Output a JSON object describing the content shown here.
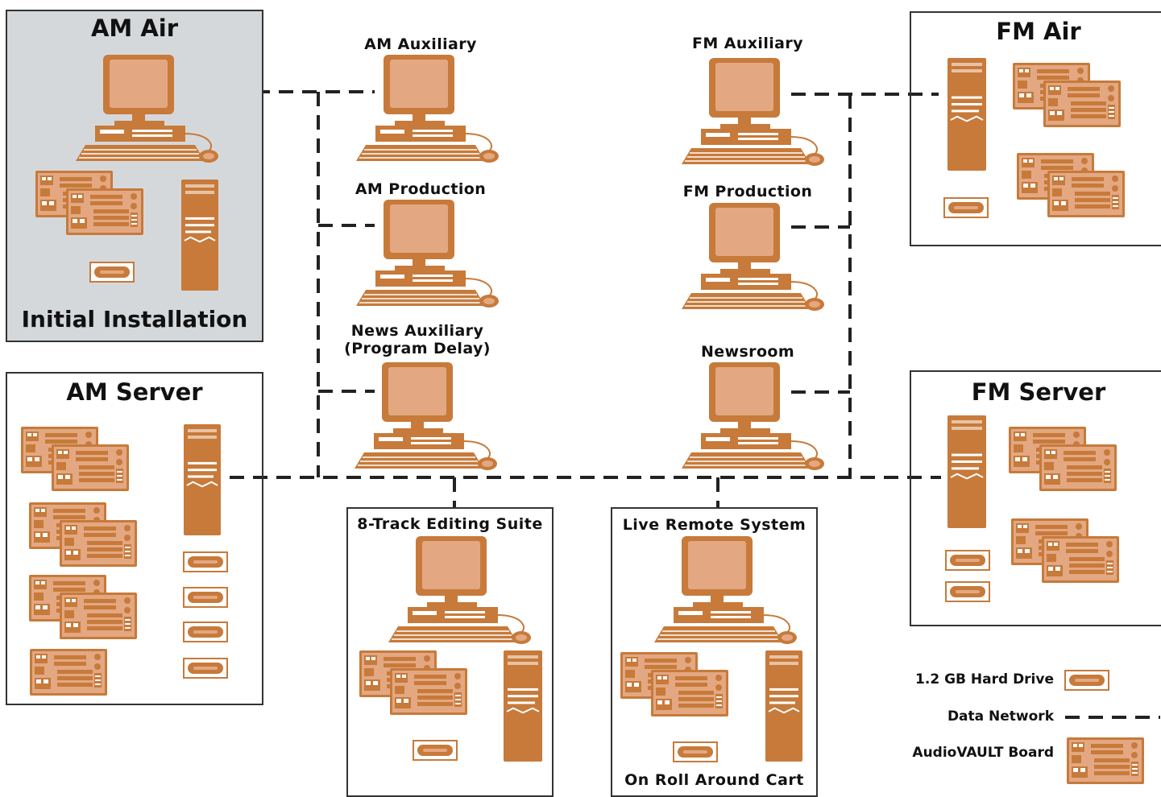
{
  "zones": {
    "am_air": {
      "title": "AM Air",
      "footer": "Initial Installation"
    },
    "fm_air": {
      "title": "FM Air"
    },
    "am_server": {
      "title": "AM Server"
    },
    "fm_server": {
      "title": "FM Server"
    },
    "editing": {
      "title": "8-Track Editing Suite"
    },
    "remote": {
      "title": "Live Remote System",
      "footer": "On Roll Around Cart"
    }
  },
  "workstations": {
    "am_aux": "AM Auxiliary",
    "am_prod": "AM Production",
    "news_aux_l1": "News Auxiliary",
    "news_aux_l2": "(Program Delay)",
    "fm_aux": "FM Auxiliary",
    "fm_prod": "FM Production",
    "newsroom": "Newsroom"
  },
  "legend": {
    "hard_drive": "1.2 GB Hard Drive",
    "network": "Data Network",
    "board": "AudioVAULT Board"
  },
  "colors": {
    "equipment": "#c77a3a",
    "screen": "#e3a882",
    "network": "#222222",
    "shaded_bg": "#d5d8db"
  }
}
